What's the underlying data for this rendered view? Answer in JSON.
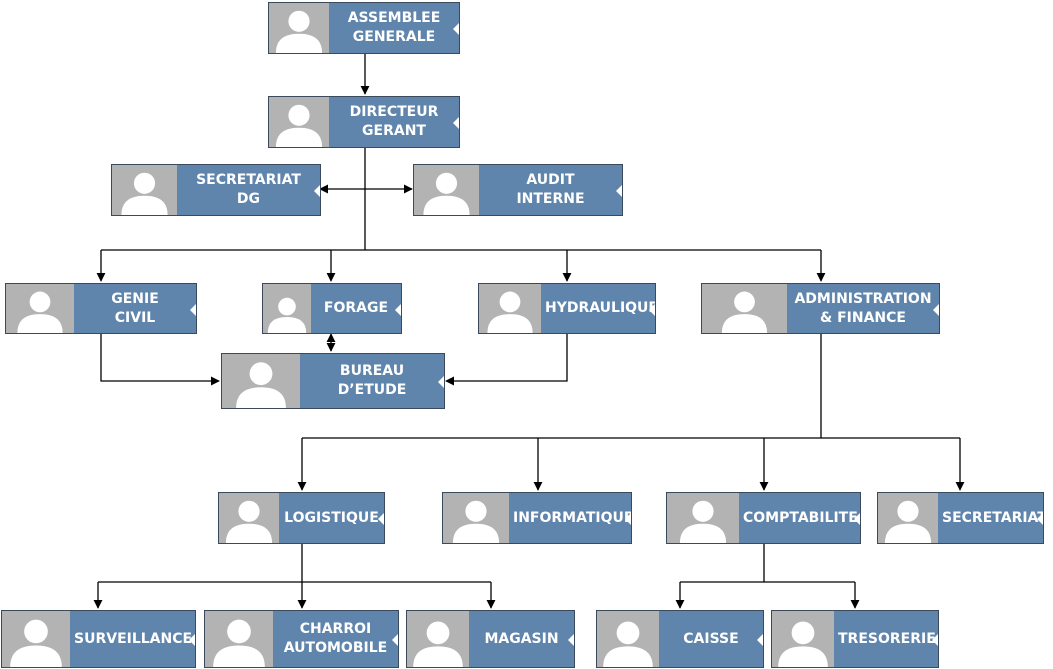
{
  "chart": {
    "nodes": [
      {
        "id": "assemblee",
        "label": "ASSEMBLEE\nGENERALE"
      },
      {
        "id": "directeur",
        "label": "DIRECTEUR\nGERANT"
      },
      {
        "id": "secretariat-dg",
        "label": "SECRETARIAT\nDG"
      },
      {
        "id": "audit",
        "label": "AUDIT\nINTERNE"
      },
      {
        "id": "genie",
        "label": "GENIE\nCIVIL"
      },
      {
        "id": "forage",
        "label": "FORAGE"
      },
      {
        "id": "hydraulique",
        "label": "HYDRAULIQUE"
      },
      {
        "id": "admin",
        "label": "ADMINISTRATION\n& FINANCE"
      },
      {
        "id": "bureau",
        "label": "BUREAU\nD’ETUDE"
      },
      {
        "id": "logistique",
        "label": "LOGISTIQUE"
      },
      {
        "id": "informatique",
        "label": "INFORMATIQUE"
      },
      {
        "id": "comptabilite",
        "label": "COMPTABILITE"
      },
      {
        "id": "secretariat",
        "label": "SECRETARIAT"
      },
      {
        "id": "surveillance",
        "label": "SURVEILLANCE"
      },
      {
        "id": "charroi",
        "label": "CHARROI\nAUTOMOBILE"
      },
      {
        "id": "magasin",
        "label": "MAGASIN"
      },
      {
        "id": "caisse",
        "label": "CAISSE"
      },
      {
        "id": "tresorerie",
        "label": "TRESORERIE"
      }
    ]
  },
  "colors": {
    "box_fill": "#5f85ad",
    "avatar_fill": "#b3b3b3",
    "avatar_figure": "#ffffff",
    "connector": "#000000",
    "text": "#ffffff"
  }
}
